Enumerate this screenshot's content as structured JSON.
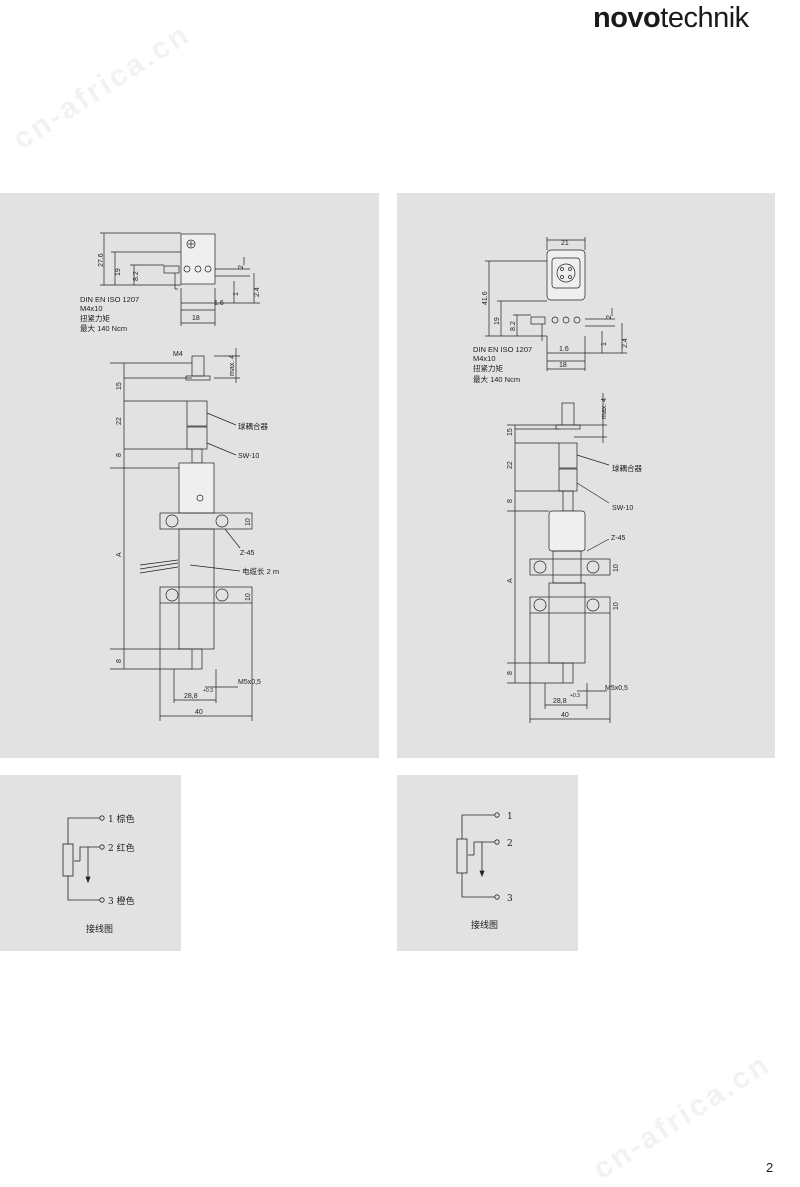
{
  "header": {
    "logo_bold": "novo",
    "logo_light": "technik"
  },
  "watermark": {
    "text": "cn-africa.cn"
  },
  "page_number": "2",
  "left_drawing": {
    "top_view": {
      "d_27_6": "27.6",
      "d_19": "19",
      "d_8_2": "8.2",
      "d_2": "2",
      "d_1": "1",
      "d_2_4": "2.4",
      "d_1_6": "1.6",
      "d_18": "18",
      "note_line1": "DIN EN ISO 1207",
      "note_line2": "M4x10",
      "note_line3": "扭紧力矩",
      "note_line4": "最大 140 Ncm"
    },
    "side_view": {
      "m4": "M4",
      "max4": "max. 4",
      "d_15": "15",
      "d_22": "22",
      "d_8a": "8",
      "d_A": "A",
      "d_8b": "8",
      "d_10a": "10",
      "d_10b": "10",
      "ball_coupling": "球耦合器",
      "sw10": "SW-10",
      "z45": "Z-45",
      "cable": "电缆长 2 m",
      "m5": "M5x0,5",
      "d_28_8": "28,8",
      "tol": "+0.3",
      "d_40": "40"
    }
  },
  "right_drawing": {
    "top_view": {
      "d_21": "21",
      "d_41_6": "41.6",
      "d_19": "19",
      "d_8_2": "8.2",
      "d_2": "2",
      "d_1": "1",
      "d_2_4": "2.4",
      "d_1_6": "1.6",
      "d_18": "18",
      "note_line1": "DIN EN ISO 1207",
      "note_line2": "M4x10",
      "note_line3": "扭紧力矩",
      "note_line4": "最大 140 Ncm"
    },
    "side_view": {
      "max4": "max. 4",
      "d_15": "15",
      "d_22": "22",
      "d_8a": "8",
      "d_A": "A",
      "d_8b": "8",
      "d_10a": "10",
      "d_10b": "10",
      "ball_coupling": "球耦合器",
      "sw10": "SW-10",
      "z45": "Z-45",
      "m5": "M5x0,5",
      "d_28_8": "28,8",
      "tol": "+0.3",
      "d_40": "40"
    }
  },
  "left_wiring": {
    "pin1": "1 棕色",
    "pin2": "2 红色",
    "pin3": "3 橙色",
    "caption": "接线图"
  },
  "right_wiring": {
    "pin1": "1",
    "pin2": "2",
    "pin3": "3",
    "caption": "接线图"
  }
}
